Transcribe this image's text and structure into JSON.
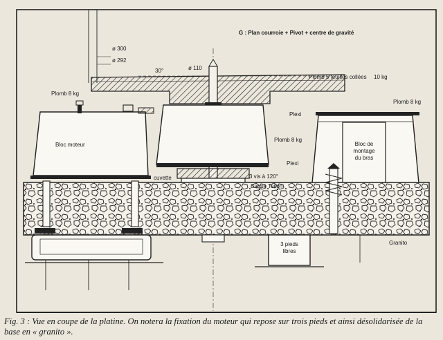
{
  "labels": {
    "g_plan": "G : Plan courroie + Pivot + centre de gravité",
    "d300": "ø 300",
    "d292": "ø 292",
    "angle30": "30°",
    "d110": "ø 110",
    "plomb5": "Plomb 5 feuilles collées",
    "kg10": "10 kg",
    "plomb8_left": "Plomb 8 kg",
    "plomb8_right": "Plomb 8 kg",
    "plexi_top": "Plexi",
    "plomb8_center": "Plomb 8 kg",
    "plexi_bottom": "Plexi",
    "bloc_moteur": "Bloc moteur",
    "bloc_montage_1": "Bloc de",
    "bloc_montage_2": "montage",
    "bloc_montage_3": "du bras",
    "cuvette": "cuvette",
    "vis": "3 vis à 120°",
    "bague": "Bague Teilon",
    "pieds_1": "3 pieds",
    "pieds_2": "libres",
    "granito": "Granito"
  },
  "caption": {
    "lead": "Fig. 3 :",
    "text": " Vue en coupe de la platine. On notera la fixation du moteur qui repose sur trois  pieds et ainsi désolidarisée de la base en « granito »."
  }
}
